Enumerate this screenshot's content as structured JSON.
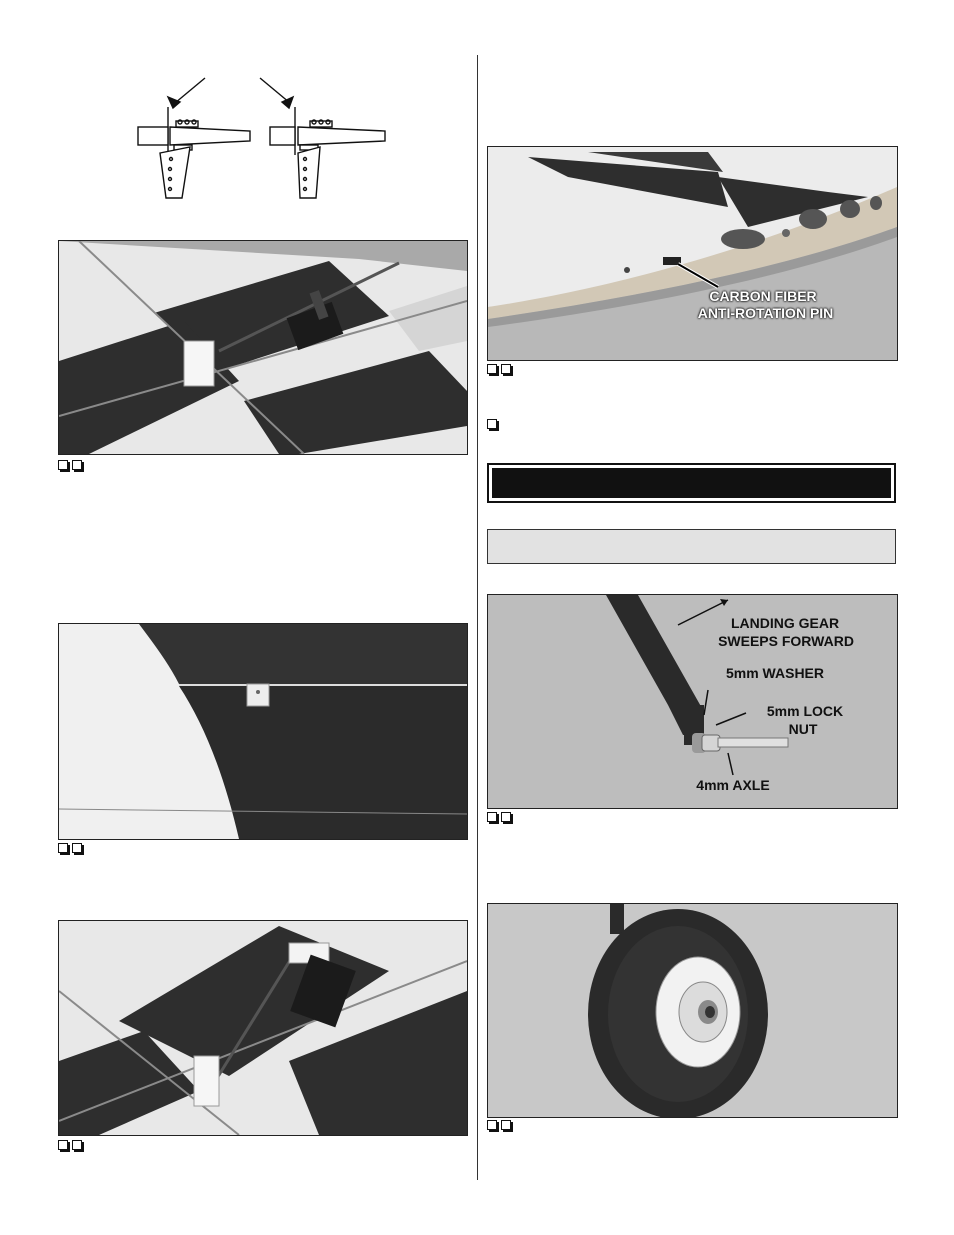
{
  "page": {
    "checkbox_glyph": "❑"
  },
  "figures": {
    "hinge_diagram": {
      "icon": "control-horn-diagram"
    },
    "photo_servo_top": {
      "icon": "servo-pushrod-photo"
    },
    "photo_wing_hinge": {
      "icon": "wing-hinge-photo"
    },
    "photo_servo_lower": {
      "icon": "servo-pushrod-photo"
    },
    "photo_wing_pin": {
      "icon": "wing-root-photo",
      "label_line1": "CARBON FIBER",
      "label_line2": "ANTI-ROTATION PIN"
    },
    "photo_landing_gear": {
      "icon": "landing-gear-photo",
      "label_sweep_1": "LANDING GEAR",
      "label_sweep_2": "SWEEPS FORWARD",
      "label_washer": "5mm WASHER",
      "label_nut_1": "5mm LOCK",
      "label_nut_2": "NUT",
      "label_axle": "4mm AXLE"
    },
    "photo_wheel": {
      "icon": "wheel-photo"
    }
  },
  "colors": {
    "dark_covering": "#2e2e2e",
    "white_covering": "#f2f2f2",
    "background_grey": "#bdbdbd"
  }
}
